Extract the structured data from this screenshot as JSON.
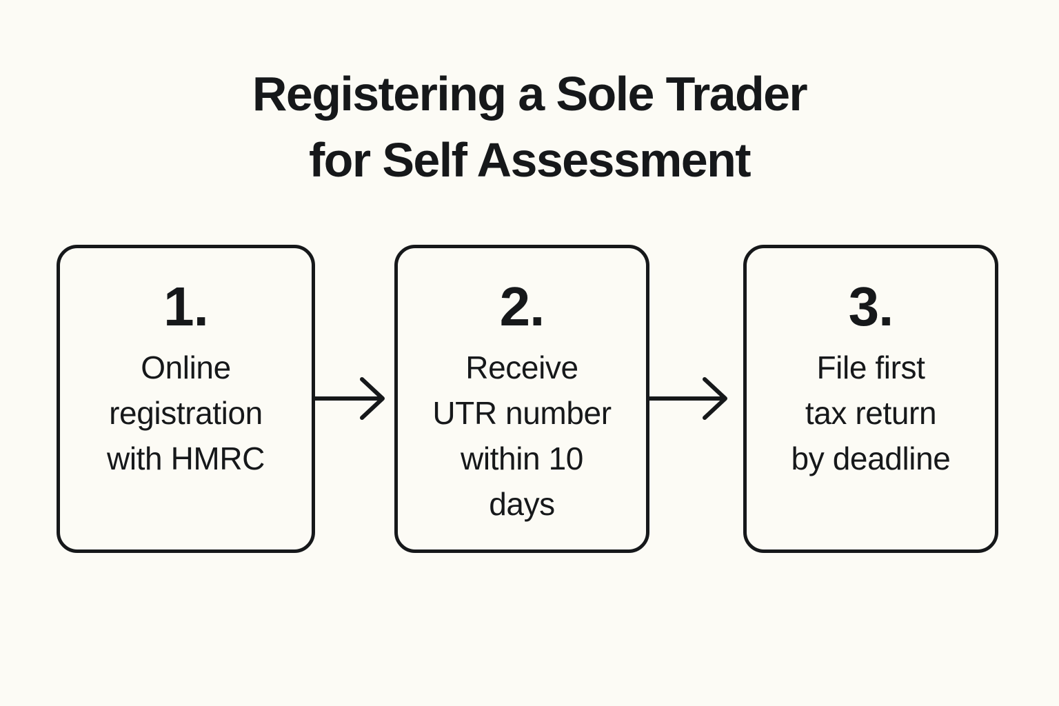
{
  "page": {
    "background_color": "#FCFBF5",
    "ink_color": "#16181A"
  },
  "title": {
    "line1": "Registering a Sole Trader",
    "line2": "for Self Assessment",
    "full": "Registering a Sole Trader for Self Assessment"
  },
  "flow": {
    "type": "linear-process",
    "connector": "arrow-right",
    "steps": [
      {
        "number": "1.",
        "text_lines": [
          "Online",
          "registration",
          "with HMRC"
        ],
        "text": "Online registration with HMRC"
      },
      {
        "number": "2.",
        "text_lines": [
          "Receive",
          "UTR number",
          "within 10",
          "days"
        ],
        "text": "Receive UTR number within 10 days"
      },
      {
        "number": "3.",
        "text_lines": [
          "File first",
          "tax return",
          "by deadline"
        ],
        "text": "File first tax return by deadline"
      }
    ],
    "arrows": [
      {
        "from": "1",
        "to": "2",
        "icon": "arrow-right-icon"
      },
      {
        "from": "2",
        "to": "3",
        "icon": "arrow-right-icon"
      }
    ]
  }
}
